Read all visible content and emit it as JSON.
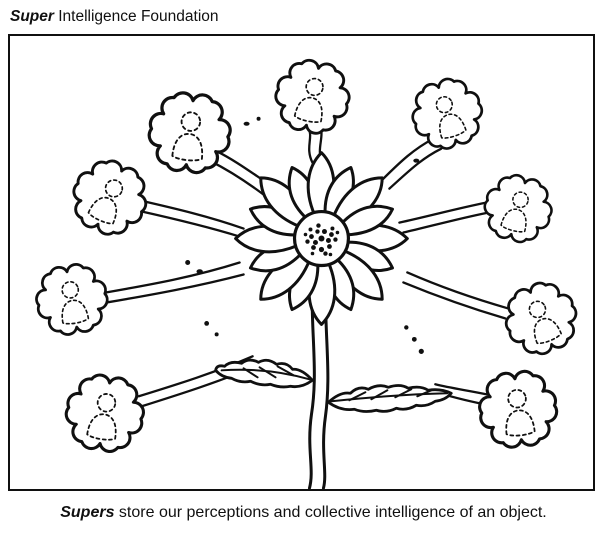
{
  "header": {
    "title_emphasis": "Super",
    "title_rest": " Intelligence Foundation"
  },
  "caption": {
    "emphasis": "Supers",
    "rest": " store our perceptions and collective intelligence of an object."
  },
  "colors": {
    "ink": "#101010",
    "background": "#ffffff"
  },
  "illustration": {
    "name": "flower-with-supers-sketch",
    "description": "Hand-drawn daisy with stem and two leaves; nine wavy cloud blobs each holding a dotted human figure, linked to the flower by wavy lines"
  }
}
